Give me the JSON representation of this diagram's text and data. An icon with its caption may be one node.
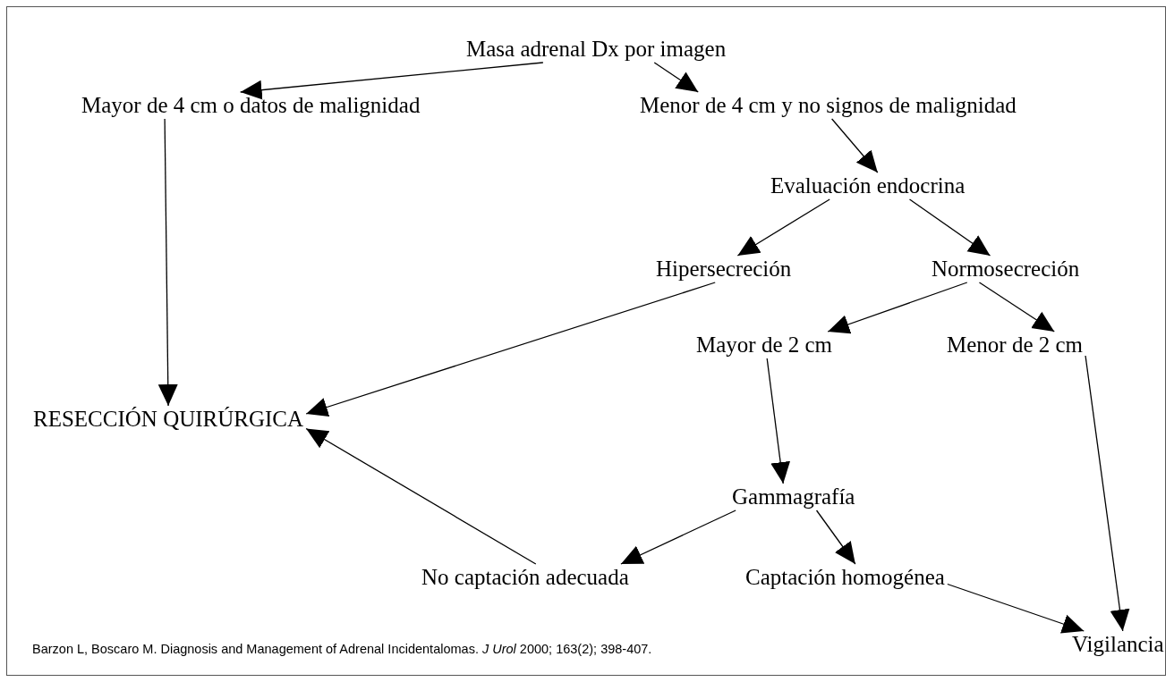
{
  "diagram": {
    "caption": "Barzon L, Boscaro M. Diagnosis and Management of Adrenal Incidentalomas. *J Urol* 2000; 163(2); 398-407.",
    "nodes": [
      {
        "text": [
          "Masa adrenal Dx por imagen"
        ]
      },
      {
        "text": [
          "Mayor de 4 cm o datos de malignidad"
        ]
      },
      {
        "text": [
          "Menor de 4 cm y no signos de malignidad"
        ]
      },
      {
        "text": [
          "Evaluación endocrina"
        ]
      },
      {
        "text": [
          "Hipersecreción"
        ]
      },
      {
        "text": [
          "Normosecreción"
        ]
      },
      {
        "text": [
          "Mayor de 2 cm"
        ]
      },
      {
        "text": [
          "Menor de 2 cm"
        ]
      },
      {
        "text": [
          "RESECCIÓN QUIRÚRGICA"
        ]
      },
      {
        "text": [
          "Gammagrafía"
        ]
      },
      {
        "text": [
          "No captación adecuada"
        ]
      },
      {
        "text": [
          "Captación homogénea"
        ]
      },
      {
        "text": [
          "Vigilancia"
        ]
      }
    ],
    "edges": [
      {
        "from": 0,
        "to": 1,
        "arrow": "to"
      },
      {
        "from": 0,
        "to": 2,
        "arrow": "to"
      },
      {
        "from": 1,
        "to": 8,
        "arrow": "to"
      },
      {
        "from": 2,
        "to": 3,
        "arrow": "to"
      },
      {
        "from": 3,
        "to": 4,
        "arrow": "to"
      },
      {
        "from": 3,
        "to": 5,
        "arrow": "to"
      },
      {
        "from": 4,
        "to": 8,
        "arrow": "to"
      },
      {
        "from": 5,
        "to": 6,
        "arrow": "to"
      },
      {
        "from": 5,
        "to": 7,
        "arrow": "to"
      },
      {
        "from": 6,
        "to": 9,
        "arrow": "to"
      },
      {
        "from": 9,
        "to": 10,
        "arrow": "to"
      },
      {
        "from": 9,
        "to": 11,
        "arrow": "to"
      },
      {
        "from": 10,
        "to": 8,
        "arrow": "to"
      },
      {
        "from": 11,
        "to": 12,
        "arrow": "to"
      },
      {
        "from": 7,
        "to": 12,
        "arrow": "to"
      }
    ]
  }
}
